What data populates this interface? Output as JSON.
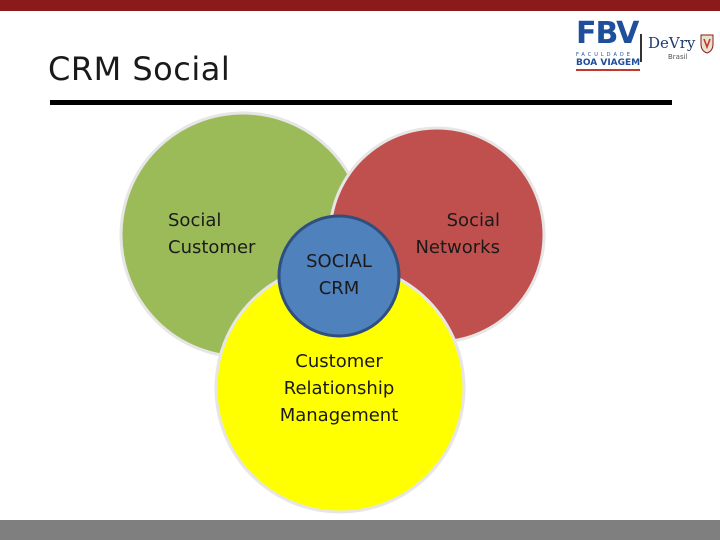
{
  "slide": {
    "title": "CRM Social"
  },
  "logos": {
    "fbv": {
      "name": "FBV",
      "subtitle": "FACULDADE",
      "location": "BOA VIAGEM"
    },
    "devry": {
      "name": "DeVry",
      "country": "Brasil"
    }
  },
  "diagram": {
    "circles": {
      "social_customer": {
        "label": "Social\nCustomer",
        "color": "#9bbb59"
      },
      "social_networks": {
        "label": "Social\nNetworks",
        "color": "#c0504d"
      },
      "crm": {
        "label": "Customer\nRelationship\nManagement",
        "color": "#ffff00"
      },
      "social_crm": {
        "label": "SOCIAL\nCRM",
        "color": "#4f81bd"
      }
    }
  },
  "colors": {
    "top_bar": "#8b1a1a",
    "bottom_bar": "#7f7f7f",
    "rule": "#000000",
    "circle_border": "#e6e6e6",
    "inner_border": "#2f4f7f"
  }
}
